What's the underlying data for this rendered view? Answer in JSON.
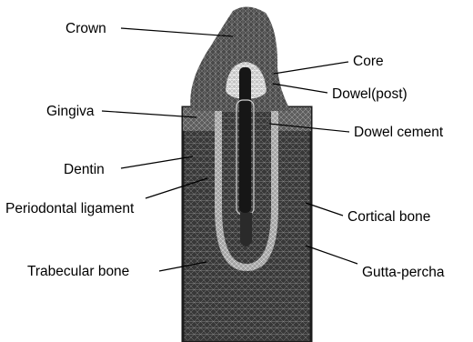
{
  "figure": {
    "labels": {
      "crown": "Crown",
      "core": "Core",
      "dowel_post": "Dowel(post)",
      "gingiva": "Gingiva",
      "dowel_cement": "Dowel cement",
      "dentin": "Dentin",
      "periodontal_ligament": "Periodontal ligament",
      "cortical_bone": "Cortical bone",
      "trabecular_bone": "Trabecular bone",
      "gutta_percha": "Gutta-percha"
    },
    "colors": {
      "bone_mesh": "#3a3a3a",
      "crown_mesh": "#4a4a4a",
      "ligament_mesh": "#a8a8a8",
      "core_mesh": "#c4c4c4",
      "gingiva_mesh": "#5e5e5e",
      "dowel": "#161616",
      "mesh_lines": "#bdbdbd"
    }
  }
}
